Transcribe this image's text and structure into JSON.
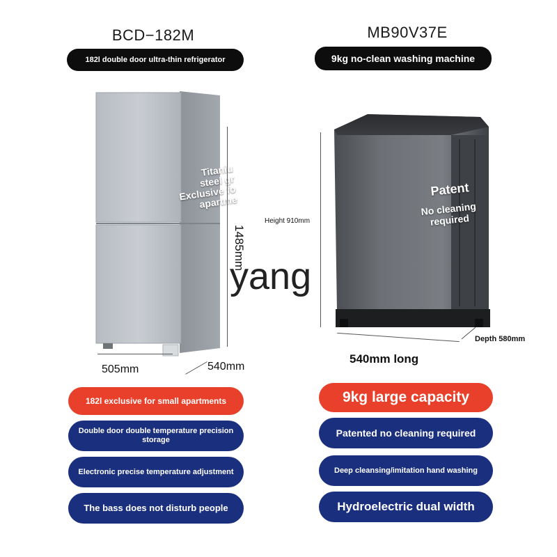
{
  "left": {
    "model": "BCD−182M",
    "subtitle": "182l double door ultra-thin refrigerator",
    "overlay": [
      "Titaniu",
      "steel gr",
      "Exclusive fo",
      "apartme"
    ],
    "height": "1485mm",
    "width": "505mm",
    "depth": "540mm",
    "features": [
      "182l exclusive for small apartments",
      "Double door double temperature precision storage",
      "Electronic precise temperature adjustment",
      "The bass does not disturb people"
    ]
  },
  "right": {
    "model": "MB90V37E",
    "subtitle": "9kg no-clean washing machine",
    "overlay_title": "Patent",
    "overlay_lines": [
      "No cleaning",
      "required"
    ],
    "height": "Height 910mm",
    "depth": "Depth 580mm",
    "length": "540mm long",
    "features": [
      "9kg large capacity",
      "Patented no cleaning required",
      "Deep cleansing/imitation hand washing",
      "Hydroelectric dual width"
    ]
  },
  "watermark": "yang",
  "colors": {
    "red": "#e8402a",
    "blue": "#1a2f7e",
    "black": "#0d0d0d"
  }
}
